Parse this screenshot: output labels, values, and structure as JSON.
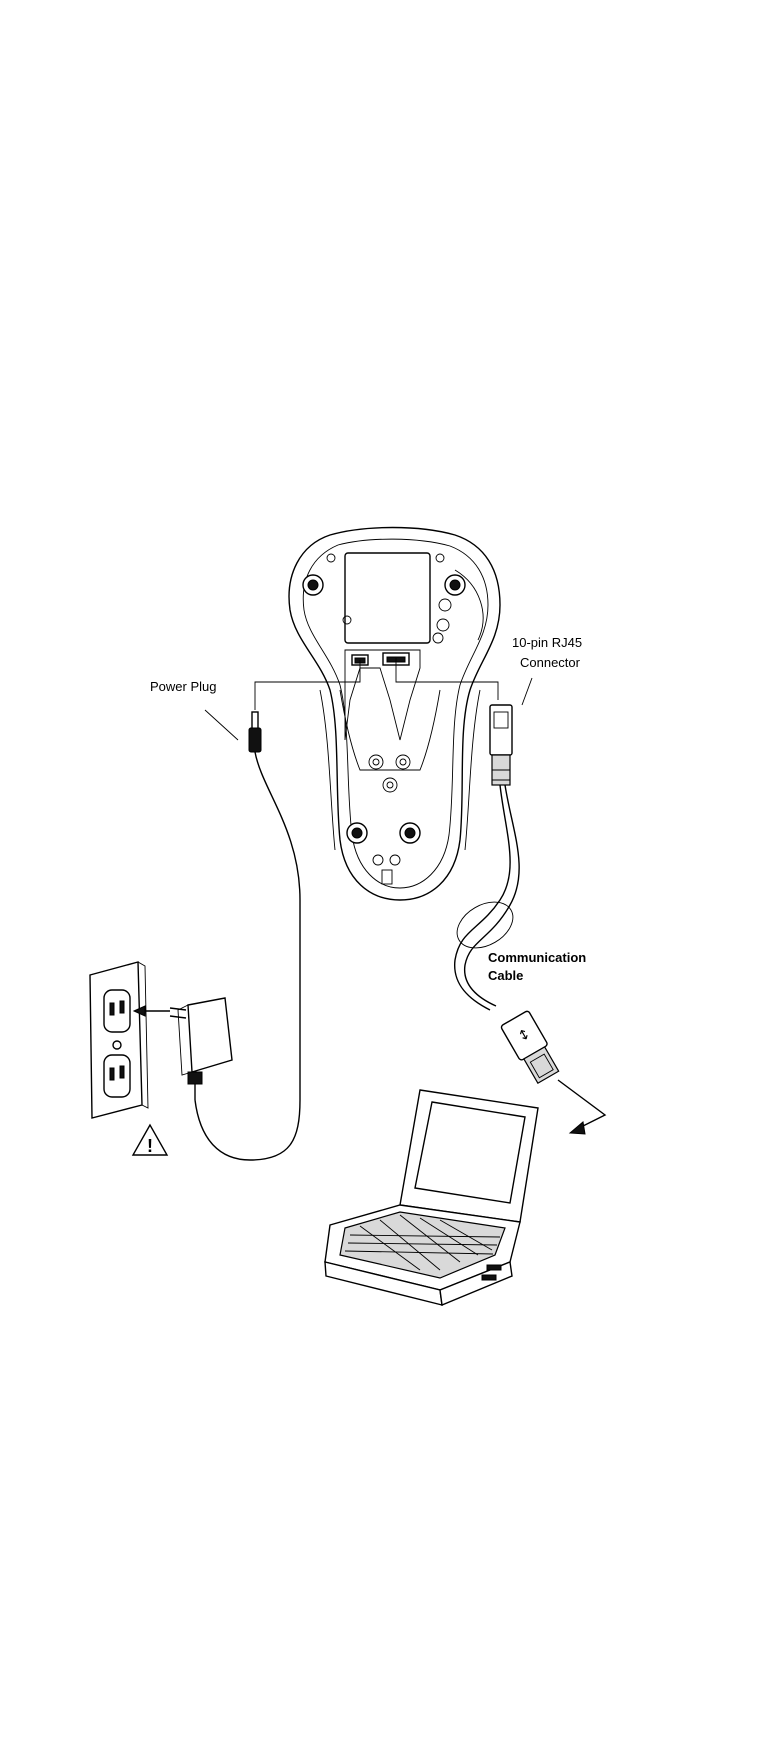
{
  "labels": {
    "power_plug": "Power Plug",
    "rj45_line1": "10-pin RJ45",
    "rj45_line2": "Connector",
    "comm_line1": "Communication",
    "comm_line2": "Cable"
  },
  "icons": {
    "warning": "warning-triangle",
    "outlet": "wall-outlet",
    "adapter": "power-adapter",
    "laptop": "laptop",
    "cradle": "charging-cradle",
    "usb": "usb-plug"
  }
}
